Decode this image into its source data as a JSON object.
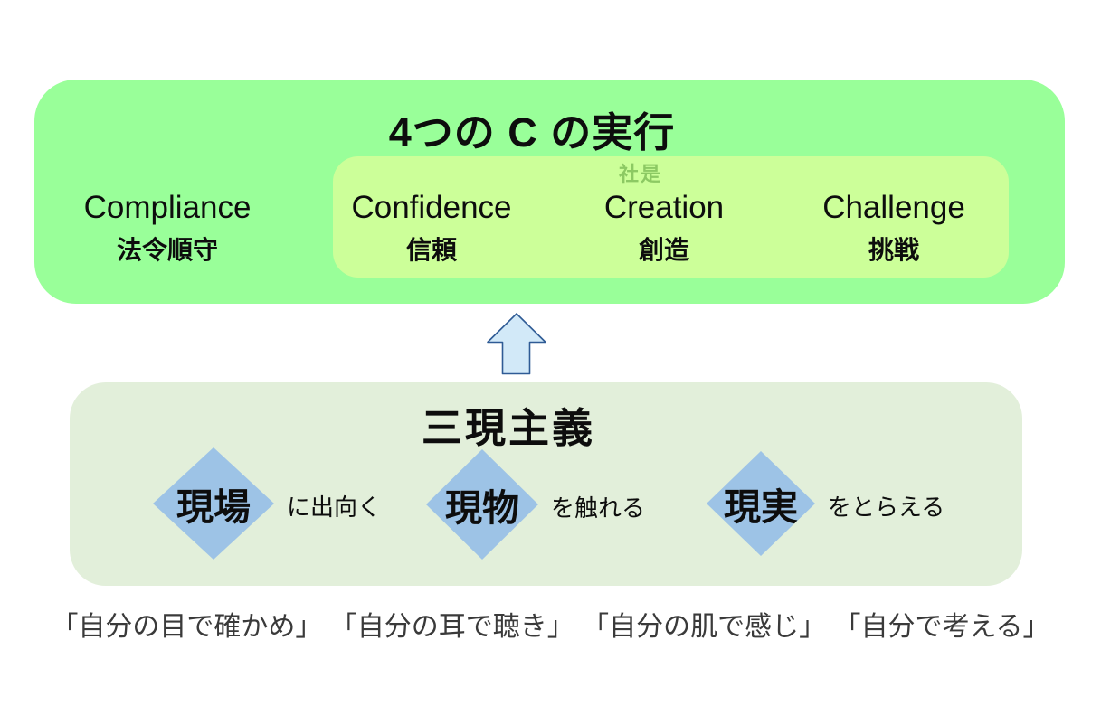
{
  "top_section": {
    "title": "4つの C の実行",
    "motto_label": "社是",
    "items": [
      {
        "en": "Compliance",
        "ja": "法令順守"
      },
      {
        "en": "Confidence",
        "ja": "信頼"
      },
      {
        "en": "Creation",
        "ja": "創造"
      },
      {
        "en": "Challenge",
        "ja": "挑戦"
      }
    ]
  },
  "arrow": {
    "icon": "up-block-arrow"
  },
  "bottom_section": {
    "title": "三現主義",
    "items": [
      {
        "keyword": "現場",
        "action": "に出向く"
      },
      {
        "keyword": "現物",
        "action": "を触れる"
      },
      {
        "keyword": "現実",
        "action": "をとらえる"
      }
    ]
  },
  "caption": "「自分の目で確かめ」 「自分の耳で聴き」 「自分の肌で感じ」 「自分で考える」",
  "colors": {
    "outer_box": "#99FF99",
    "inner_box": "#CCFF99",
    "motto_text": "#8CC963",
    "bottom_box": "#E2EFDA",
    "diamond": "#9DC3E6",
    "arrow_fill": "#D2E9F8",
    "arrow_stroke": "#2F5B95",
    "caption_text": "#3A3A3A"
  }
}
